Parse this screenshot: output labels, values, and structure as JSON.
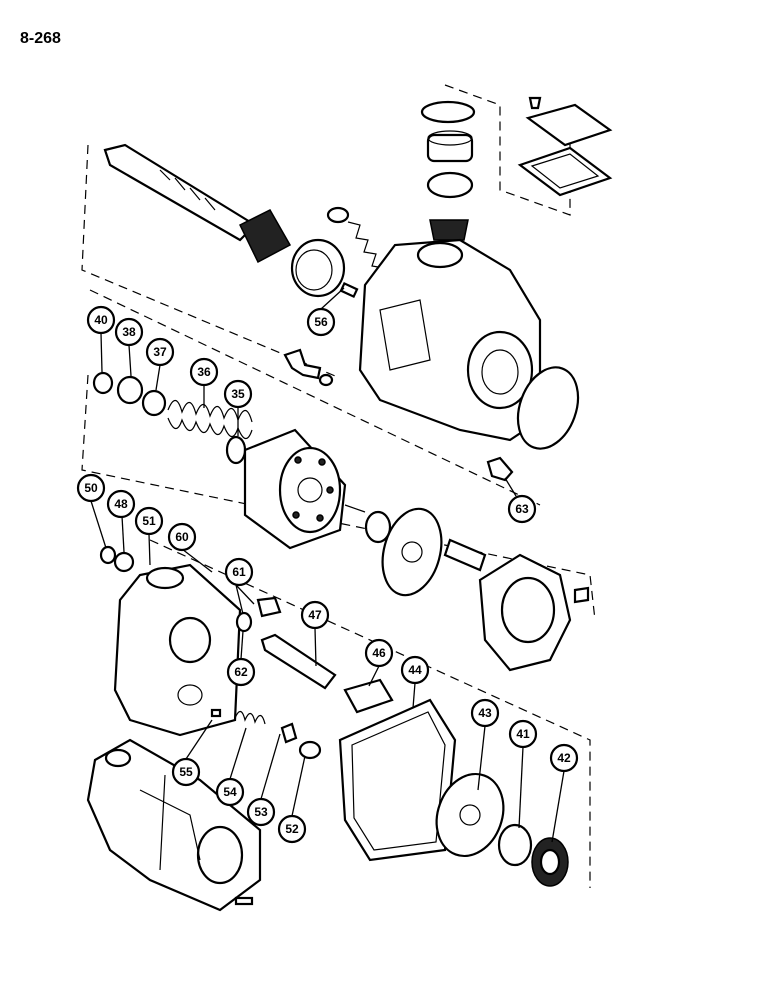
{
  "page_number": "8-268",
  "callouts": [
    {
      "id": "c40",
      "label": "40"
    },
    {
      "id": "c38",
      "label": "38"
    },
    {
      "id": "c37",
      "label": "37"
    },
    {
      "id": "c36",
      "label": "36"
    },
    {
      "id": "c35",
      "label": "35"
    },
    {
      "id": "c56",
      "label": "56"
    },
    {
      "id": "c63",
      "label": "63"
    },
    {
      "id": "c50",
      "label": "50"
    },
    {
      "id": "c48",
      "label": "48"
    },
    {
      "id": "c51",
      "label": "51"
    },
    {
      "id": "c60",
      "label": "60"
    },
    {
      "id": "c61",
      "label": "61"
    },
    {
      "id": "c62",
      "label": "62"
    },
    {
      "id": "c47",
      "label": "47"
    },
    {
      "id": "c46",
      "label": "46"
    },
    {
      "id": "c44",
      "label": "44"
    },
    {
      "id": "c43",
      "label": "43"
    },
    {
      "id": "c41",
      "label": "41"
    },
    {
      "id": "c42",
      "label": "42"
    },
    {
      "id": "c55",
      "label": "55"
    },
    {
      "id": "c54",
      "label": "54"
    },
    {
      "id": "c53",
      "label": "53"
    },
    {
      "id": "c52",
      "label": "52"
    }
  ]
}
